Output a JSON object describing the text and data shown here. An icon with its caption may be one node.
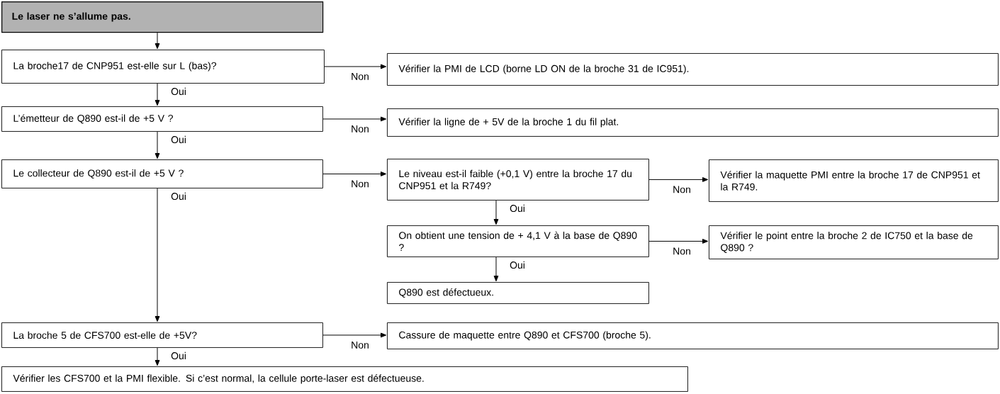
{
  "diagram": {
    "nodes": [
      {
        "text": [
          "Le laser ne s’allume pas."
        ]
      },
      {
        "text": [
          "La broche17 de CNP951 est-elle sur L (bas)?"
        ]
      },
      {
        "text": [
          "Vérifier la PMI de LCD (borne LD ON de la broche 31 de IC951)."
        ]
      },
      {
        "text": [
          "L’émetteur de Q890 est-il de +5 V ?"
        ]
      },
      {
        "text": [
          "Vérifier la ligne de + 5V de la broche 1 du fil plat."
        ]
      },
      {
        "text": [
          "Le collecteur de Q890 est-il de +5 V ?"
        ]
      },
      {
        "text": [
          "Le niveau est-il faible (+0,1 V) entre la broche 17 du CNP951 et la R749?"
        ]
      },
      {
        "text": [
          "Vérifier la maquette PMI entre la broche 17 de CNP951 et la R749."
        ]
      },
      {
        "text": [
          "On obtient une tension de + 4,1 V à la base de Q890 ?"
        ]
      },
      {
        "text": [
          "Vérifier le point entre la broche 2 de IC750 et la base de Q890 ?"
        ]
      },
      {
        "text": [
          "Q890 est défectueux."
        ]
      },
      {
        "text": [
          "La broche 5 de CFS700 est-elle de +5V?"
        ]
      },
      {
        "text": [
          "Cassure de maquette entre Q890 et CFS700 (broche 5)."
        ]
      },
      {
        "text": [
          "Vérifier les CFS700 et la PMI flexible. Si c’est normal, la cellule porte-laser est défectueuse."
        ]
      }
    ],
    "edges": [
      {
        "from": 0,
        "to": 1,
        "arrow": "to"
      },
      {
        "from": 1,
        "to": 3,
        "arrow": "to",
        "label": "Oui"
      },
      {
        "from": 3,
        "to": 5,
        "arrow": "to",
        "label": "Oui"
      },
      {
        "from": 5,
        "to": 11,
        "arrow": "to",
        "label": "Oui"
      },
      {
        "from": 11,
        "to": 13,
        "arrow": "to",
        "label": "Oui"
      },
      {
        "from": 1,
        "to": 2,
        "arrow": "to",
        "label": "Non"
      },
      {
        "from": 3,
        "to": 4,
        "arrow": "to",
        "label": "Non"
      },
      {
        "from": 5,
        "to": 6,
        "arrow": "to",
        "label": "Non"
      },
      {
        "from": 6,
        "to": 7,
        "arrow": "to",
        "label": "Non"
      },
      {
        "from": 6,
        "to": 8,
        "arrow": "to",
        "label": "Oui"
      },
      {
        "from": 8,
        "to": 9,
        "arrow": "to",
        "label": "Non"
      },
      {
        "from": 8,
        "to": 10,
        "arrow": "to",
        "label": "Oui"
      },
      {
        "from": 11,
        "to": 12,
        "arrow": "to",
        "label": "Non"
      }
    ]
  }
}
